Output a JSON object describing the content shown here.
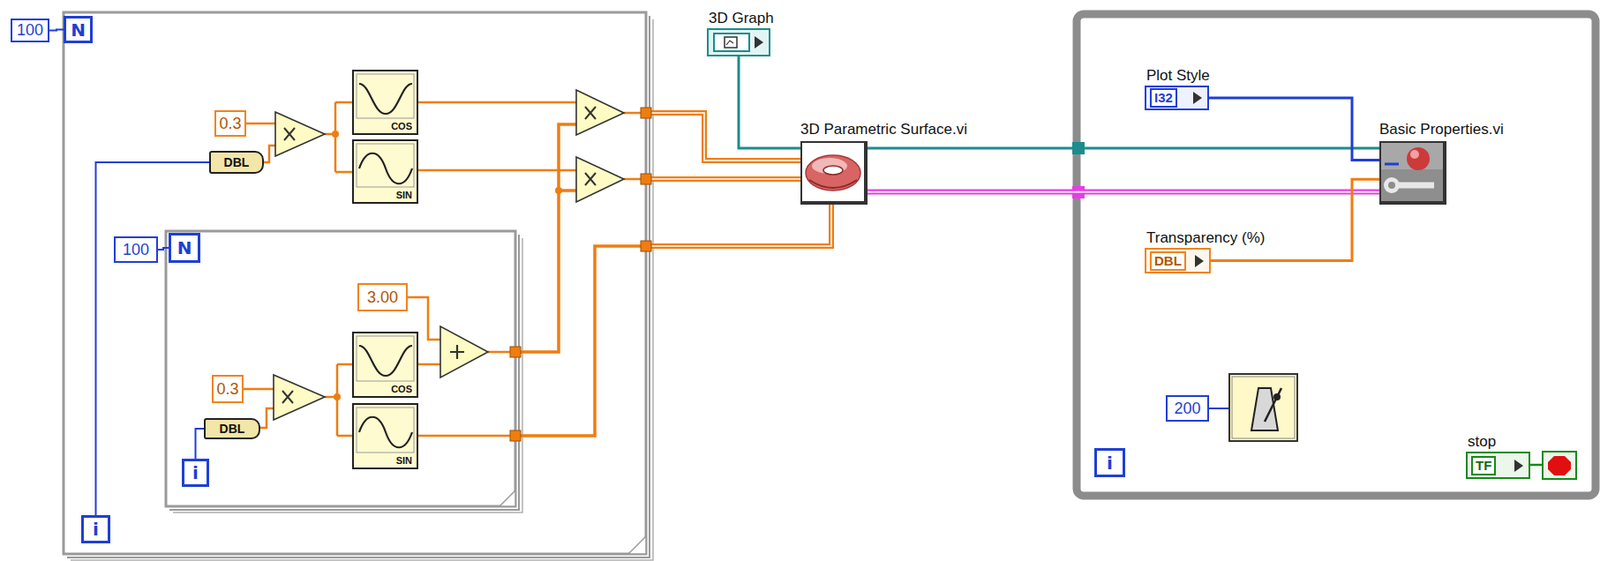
{
  "diagram": {
    "nodes": [
      {
        "text": [
          "100"
        ]
      },
      {
        "text": [
          "N"
        ]
      },
      {
        "text": [
          "0.3"
        ]
      },
      {
        "text": [
          "DBL"
        ]
      },
      {
        "text": [
          "COS"
        ]
      },
      {
        "text": [
          "SIN"
        ]
      },
      {
        "text": [
          "100"
        ]
      },
      {
        "text": [
          "N"
        ]
      },
      {
        "text": [
          "3.00"
        ]
      },
      {
        "text": [
          "0.3"
        ]
      },
      {
        "text": [
          "DBL"
        ]
      },
      {
        "text": [
          "COS"
        ]
      },
      {
        "text": [
          "SIN"
        ]
      },
      {
        "text": [
          "i"
        ]
      },
      {
        "text": [
          "i"
        ]
      },
      {
        "text": [
          "3D Graph"
        ]
      },
      {
        "text": [
          "3D Parametric Surface.vi"
        ]
      },
      {
        "text": [
          "Plot Style",
          "I32"
        ]
      },
      {
        "text": [
          "Basic Properties.vi"
        ]
      },
      {
        "text": [
          "Transparency (%)",
          "DBL"
        ]
      },
      {
        "text": [
          "200"
        ]
      },
      {
        "text": [
          "i"
        ]
      },
      {
        "text": [
          "stop",
          "TF"
        ]
      }
    ],
    "edges": [
      {
        "from": 0,
        "to": 1,
        "arrow": "none"
      },
      {
        "from": 6,
        "to": 7,
        "arrow": "none"
      },
      {
        "from": 14,
        "to": 3,
        "arrow": "none"
      },
      {
        "from": 13,
        "to": 10,
        "arrow": "none"
      },
      {
        "from": 15,
        "to": 16,
        "arrow": "none"
      },
      {
        "from": 16,
        "to": 18,
        "arrow": "none"
      },
      {
        "from": 16,
        "to": 18,
        "arrow": "none"
      },
      {
        "from": 17,
        "to": 18,
        "arrow": "none"
      },
      {
        "from": 19,
        "to": 18,
        "arrow": "none"
      }
    ]
  }
}
